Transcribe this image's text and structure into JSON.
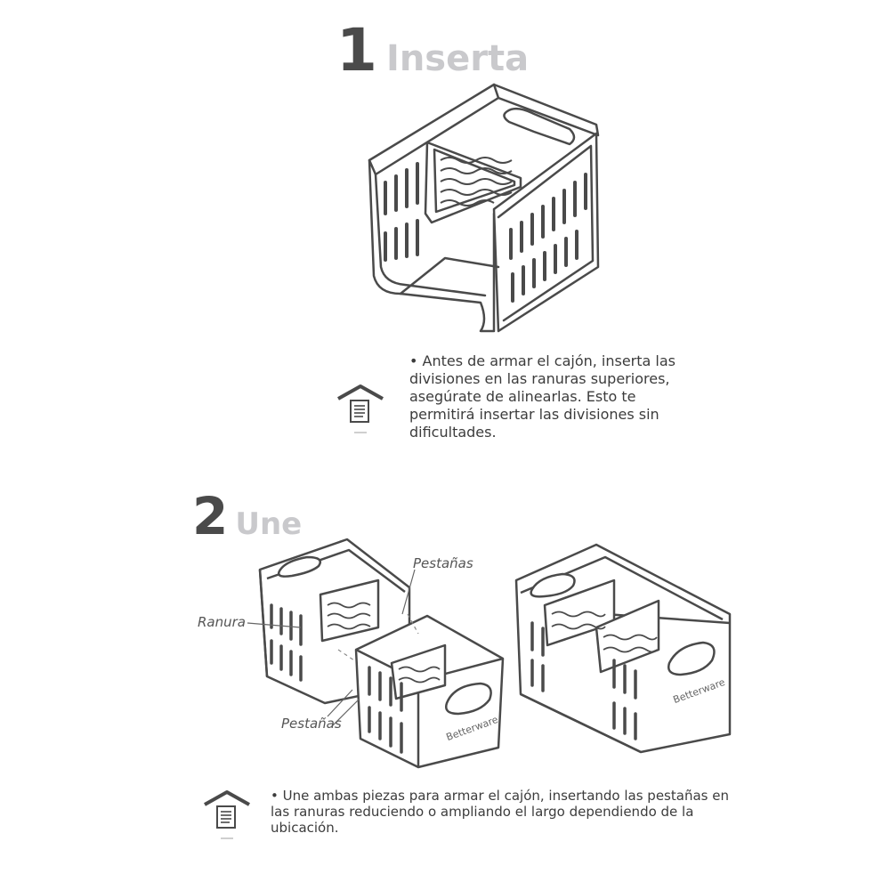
{
  "step1": {
    "number": "1",
    "title": "Inserta",
    "text": "• Antes de armar el cajón, inserta las divisiones en las ranuras superiores, asegúrate de alinearlas. Esto te permitirá insertar las divisiones sin dificultades."
  },
  "step2": {
    "number": "2",
    "title": "Une",
    "text": "• Une ambas piezas para armar el cajón, insertando las pestañas en las ranuras reduciendo o ampliando el largo dependiendo de la ubicación.",
    "labels": {
      "pestanas_top": "Pestañas",
      "ranura": "Ranura",
      "pestanas_bottom": "Pestañas"
    }
  },
  "brand": "Betterware",
  "icons": [
    "house-document-icon",
    "house-document-icon"
  ]
}
